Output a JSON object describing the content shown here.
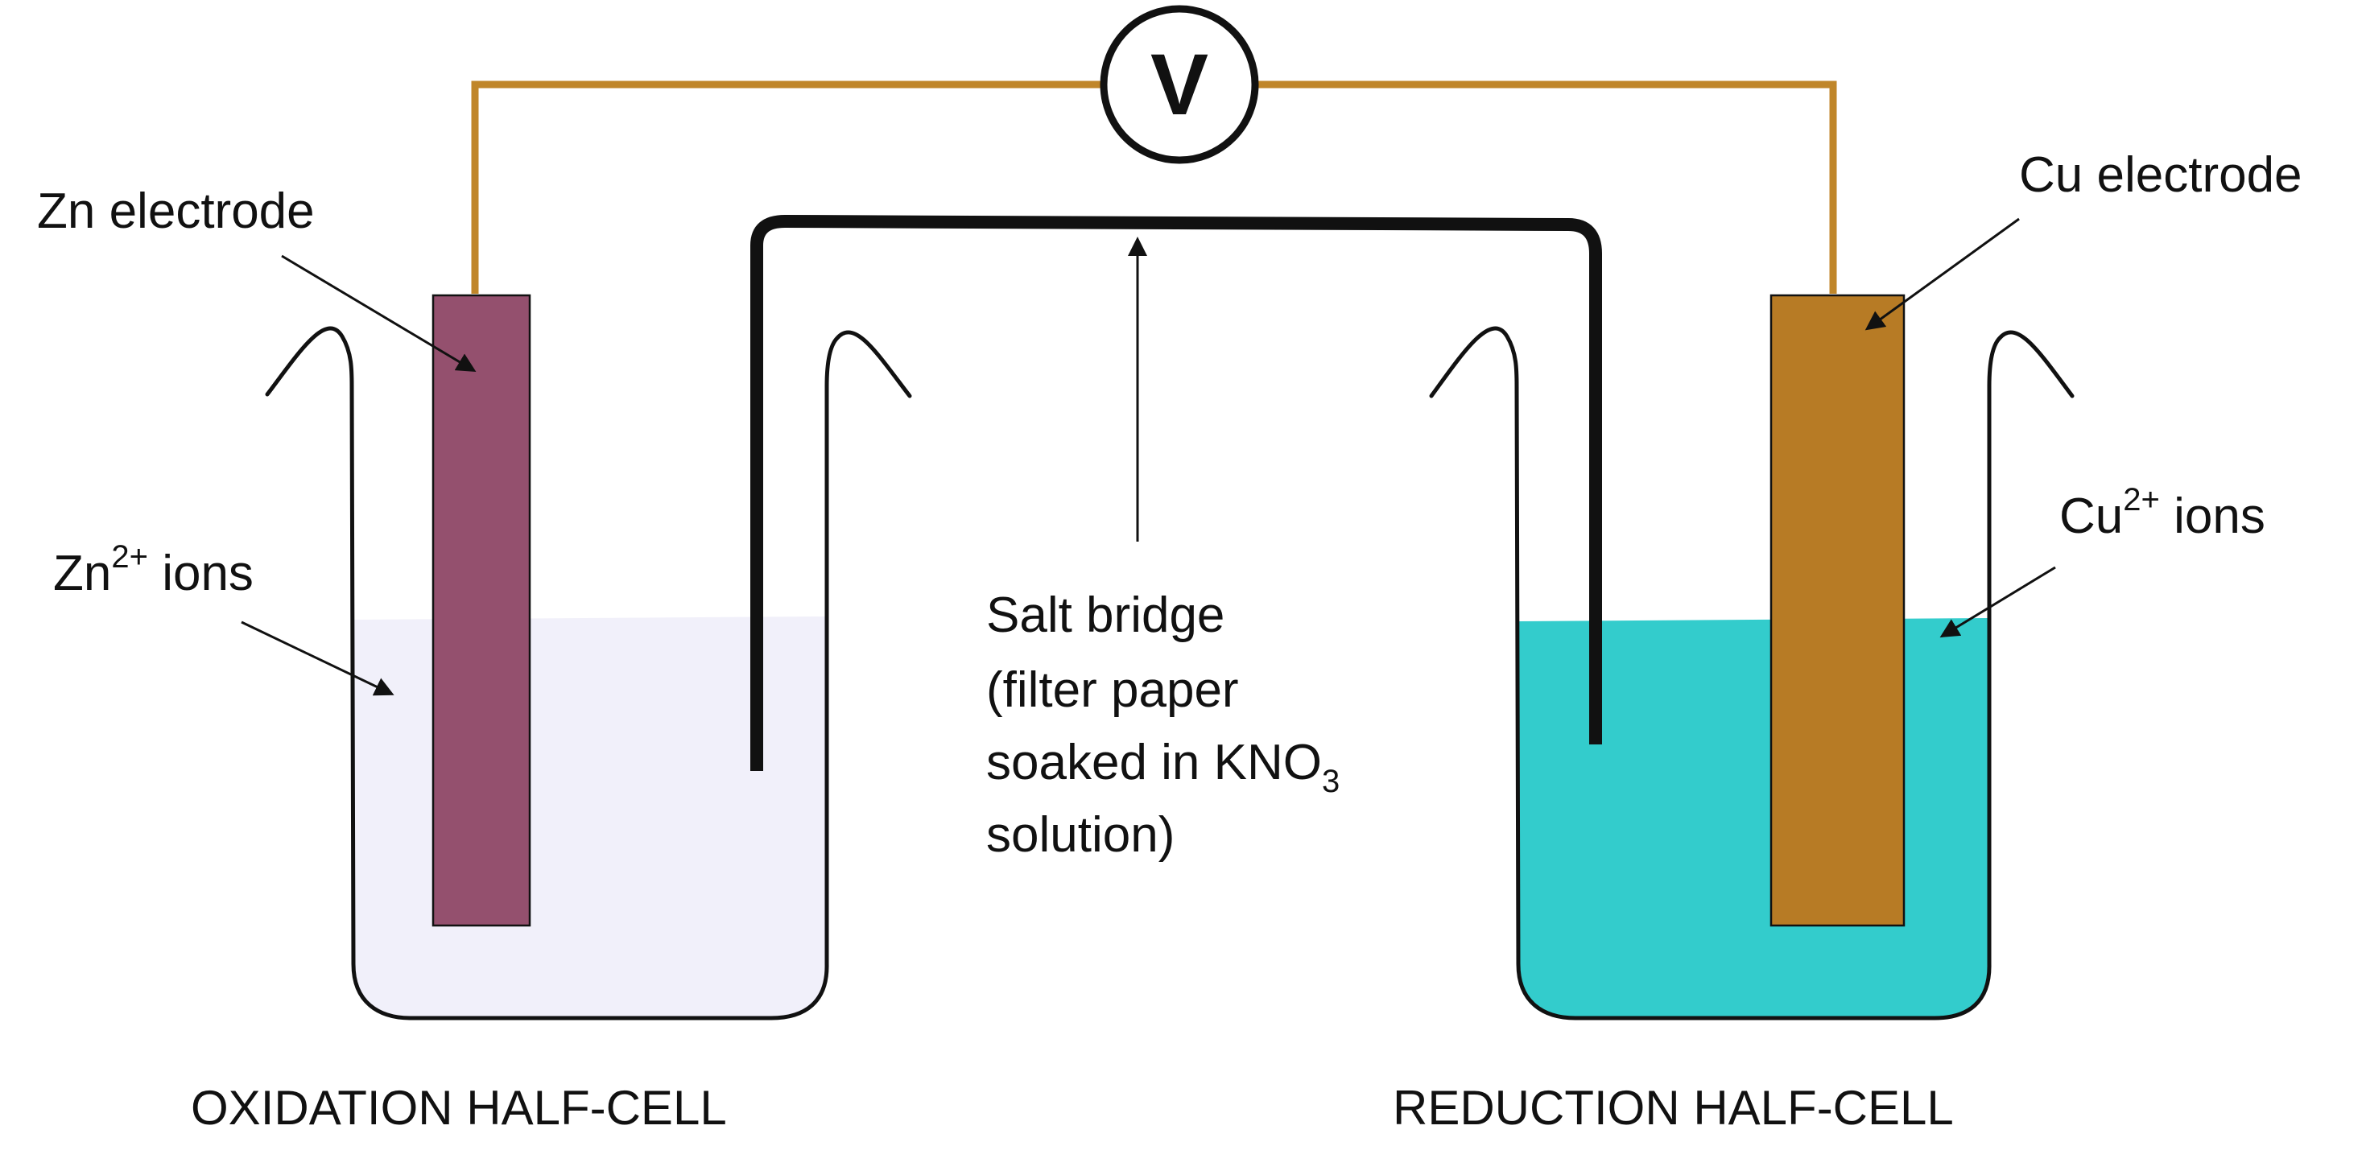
{
  "colors": {
    "wire": "#C0862A",
    "zinc_electrode": "#94506E",
    "copper_electrode": "#B77B25",
    "zinc_solution": "#F1F0FA",
    "copper_solution": "#33CCCC",
    "outline": "#111111"
  },
  "voltmeter": {
    "symbol": "V"
  },
  "labels": {
    "zn_electrode": "Zn electrode",
    "cu_electrode": "Cu electrode",
    "zn_ions_base": "Zn",
    "zn_ions_sup": "2+",
    "zn_ions_suffix": " ions",
    "cu_ions_base": "Cu",
    "cu_ions_sup": "2+",
    "cu_ions_suffix": " ions",
    "salt_bridge_line1": "Salt bridge",
    "salt_bridge_line2": "(filter paper",
    "salt_bridge_line3_base": "soaked in KNO",
    "salt_bridge_line3_sub": "3",
    "salt_bridge_line4": "solution)",
    "oxidation_half_cell": "OXIDATION HALF-CELL",
    "reduction_half_cell": "REDUCTION HALF-CELL"
  }
}
